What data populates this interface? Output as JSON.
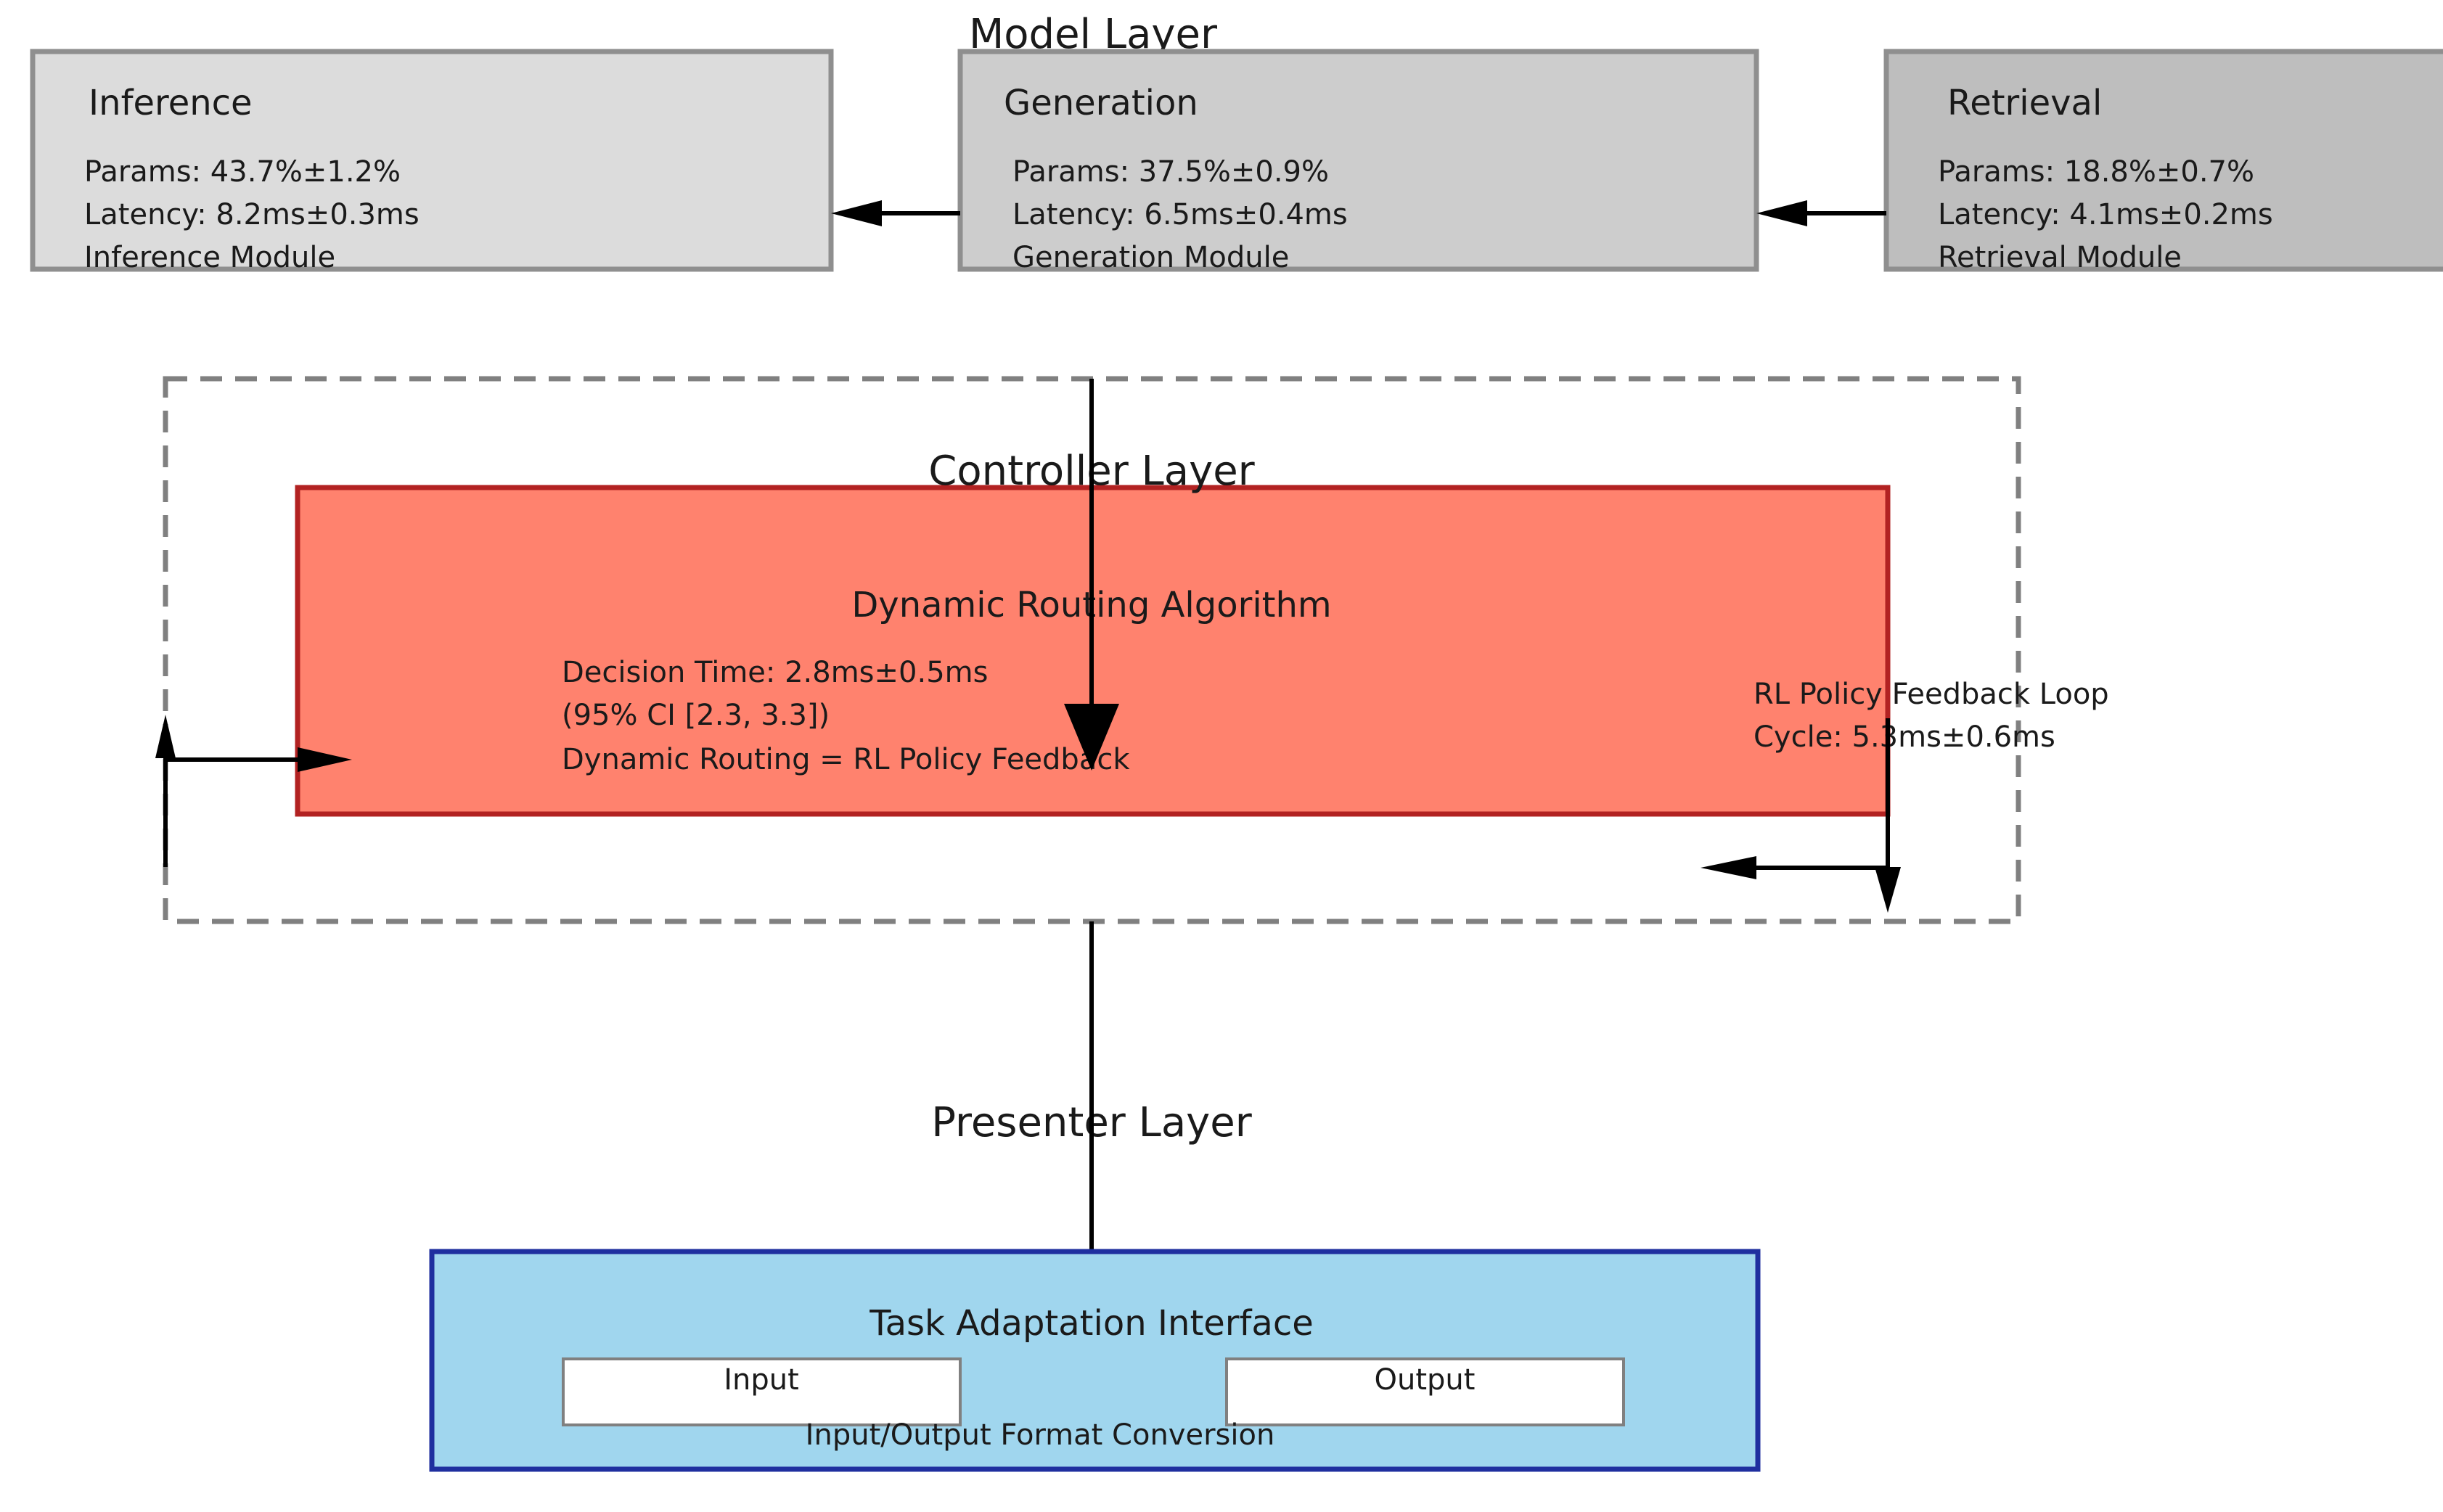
{
  "diagram": {
    "model_layer": {
      "title": "Model Layer",
      "modules": [
        {
          "name": "Inference",
          "params": "Params: 43.7%±1.2%",
          "latency": "Latency: 8.2ms±0.3ms",
          "label": "Inference Module",
          "color": "#dcdcdc"
        },
        {
          "name": "Generation",
          "params": "Params: 37.5%±0.9%",
          "latency": "Latency: 6.5ms±0.4ms",
          "label": "Generation Module",
          "color": "#cdcdcd"
        },
        {
          "name": "Retrieval",
          "params": "Params: 18.8%±0.7%",
          "latency": "Latency: 4.1ms±0.2ms",
          "label": "Retrieval Module",
          "color": "#bebebe"
        }
      ]
    },
    "controller_layer": {
      "title": "Controller Layer",
      "box_color": "#ff826e",
      "box_border": "#b22222",
      "algorithm_title": "Dynamic Routing Algorithm",
      "decision_time": "Decision Time: 2.8ms±0.5ms",
      "ci": "(95% CI [2.3, 3.3])",
      "routing_eq": "Dynamic Routing = RL Policy Feedback",
      "feedback_title": "RL Policy Feedback Loop",
      "feedback_cycle": "Cycle: 5.3ms±0.6ms"
    },
    "presenter_layer": {
      "title": "Presenter Layer",
      "box_color": "#a0d6ee",
      "box_border": "#1f2f9f",
      "interface_title": "Task Adaptation Interface",
      "input_label": "Input",
      "output_label": "Output",
      "conversion_label": "Input/Output Format Conversion"
    }
  }
}
